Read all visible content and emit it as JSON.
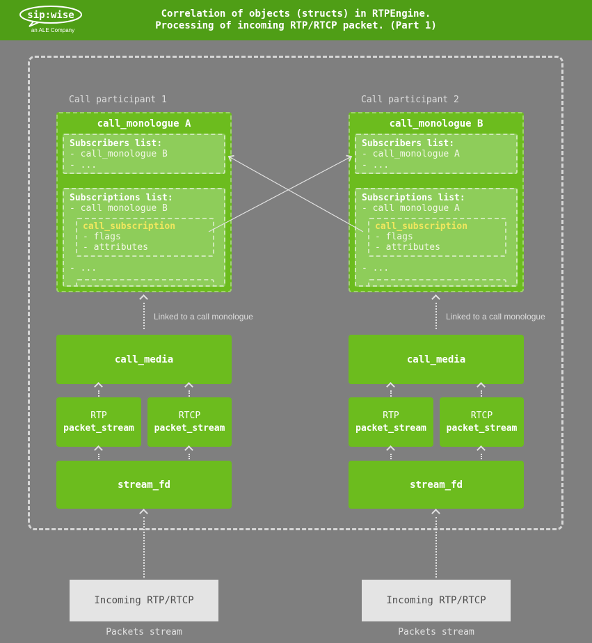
{
  "colors": {
    "bg": "#7f7f7f",
    "header_green": "#4f9e16",
    "box_green": "#6cbc1e",
    "box_light": "#8ecd5a",
    "subscription_title": "#efe75e",
    "line": "#e2e2e2",
    "incoming_bg": "#e4e4e4",
    "incoming_text": "#4f4f4f",
    "label_text": "#e2e2e2"
  },
  "header": {
    "title_line1": "Correlation of objects (structs) in RTPEngine.",
    "title_line2": "Processing of incoming RTP/RTCP packet. (Part 1)",
    "logo_text": "sip:wise",
    "logo_subtext": "an ALE Company"
  },
  "participants": [
    {
      "label": "Call participant 1",
      "monologue": {
        "title": "call_monologue A",
        "subscribers": {
          "title": "Subscribers list:",
          "item1": "- call_monologue B",
          "item2": "- ..."
        },
        "subscriptions": {
          "title": "Subscriptions list:",
          "item": "- call monologue B",
          "subscription": {
            "title": "call_subscription",
            "item1": "- flags",
            "item2": "- attributes"
          },
          "more": "- ..."
        }
      },
      "linked_label": "Linked to a call monologue",
      "call_media": "call_media",
      "rtp": "RTP",
      "rtcp": "RTCP",
      "packet_stream": "packet_stream",
      "stream_fd": "stream_fd",
      "incoming": "Incoming RTP/RTCP",
      "packets_stream": "Packets stream"
    },
    {
      "label": "Call participant 2",
      "monologue": {
        "title": "call_monologue B",
        "subscribers": {
          "title": "Subscribers list:",
          "item1": "- call_monologue A",
          "item2": "- ..."
        },
        "subscriptions": {
          "title": "Subscriptions list:",
          "item": "- call monologue A",
          "subscription": {
            "title": "call_subscription",
            "item1": "- flags",
            "item2": "- attributes"
          },
          "more": "- ..."
        }
      },
      "linked_label": "Linked to a call monologue",
      "call_media": "call_media",
      "rtp": "RTP",
      "rtcp": "RTCP",
      "packet_stream": "packet_stream",
      "stream_fd": "stream_fd",
      "incoming": "Incoming RTP/RTCP",
      "packets_stream": "Packets stream"
    }
  ]
}
